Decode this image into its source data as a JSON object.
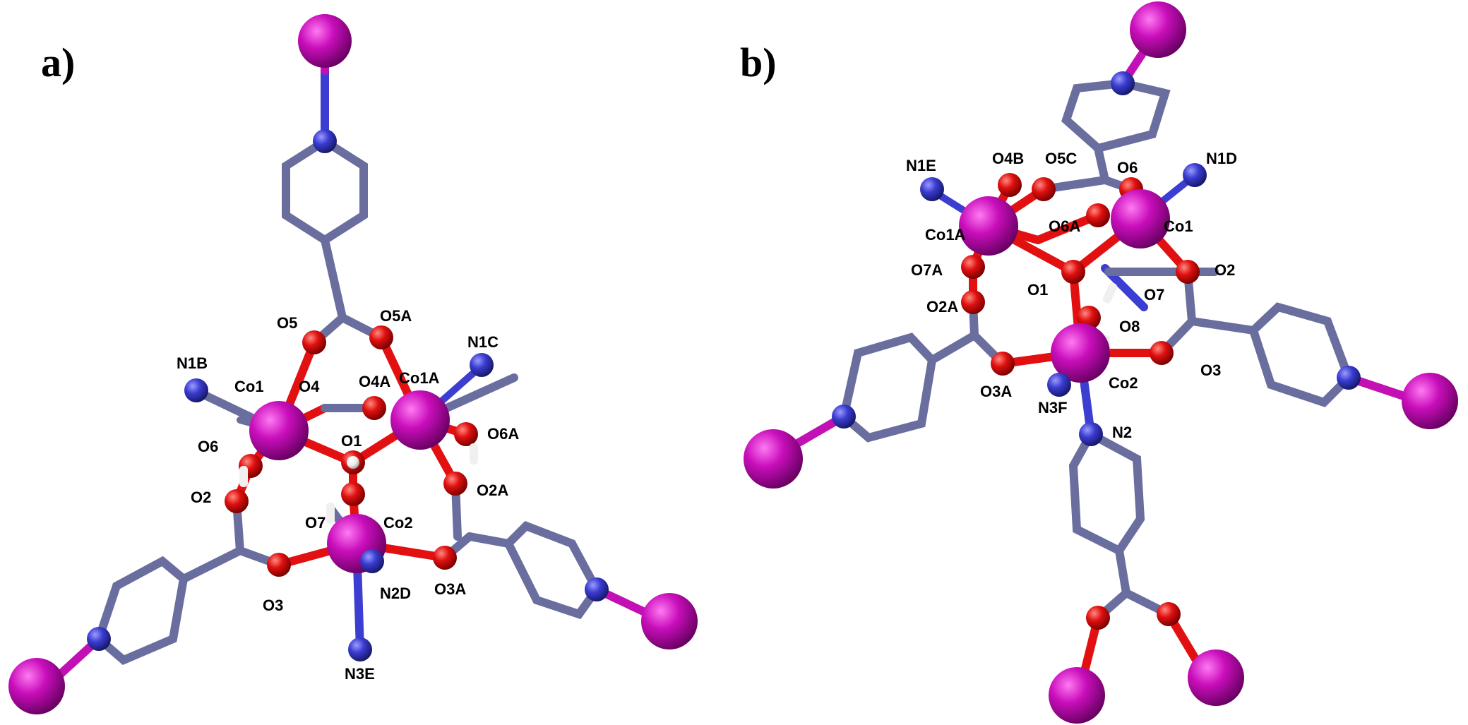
{
  "colors": {
    "background": "#ffffff",
    "carbon_bond": "#6a6e9e",
    "nitrogen": "#3c3ed2",
    "oxygen": "#e21010",
    "cobalt": "#c210b4",
    "hydrogen": "#f2f2f2"
  },
  "panels": [
    {
      "id": "a",
      "letter": "a)",
      "labels": [
        "O5",
        "O5A",
        "N1B",
        "N1C",
        "Co1",
        "O4",
        "O4A",
        "Co1A",
        "O6",
        "O1",
        "O6A",
        "O2",
        "O2A",
        "O7",
        "Co2",
        "O3",
        "N2D",
        "O3A",
        "N3E"
      ]
    },
    {
      "id": "b",
      "letter": "b)",
      "labels": [
        "N1E",
        "O4B",
        "O5C",
        "O6",
        "N1D",
        "Co1A",
        "O6A",
        "Co1",
        "O7A",
        "O1",
        "O7",
        "O2",
        "O2A",
        "O8",
        "O3A",
        "N3F",
        "Co2",
        "O3",
        "N2"
      ]
    }
  ]
}
